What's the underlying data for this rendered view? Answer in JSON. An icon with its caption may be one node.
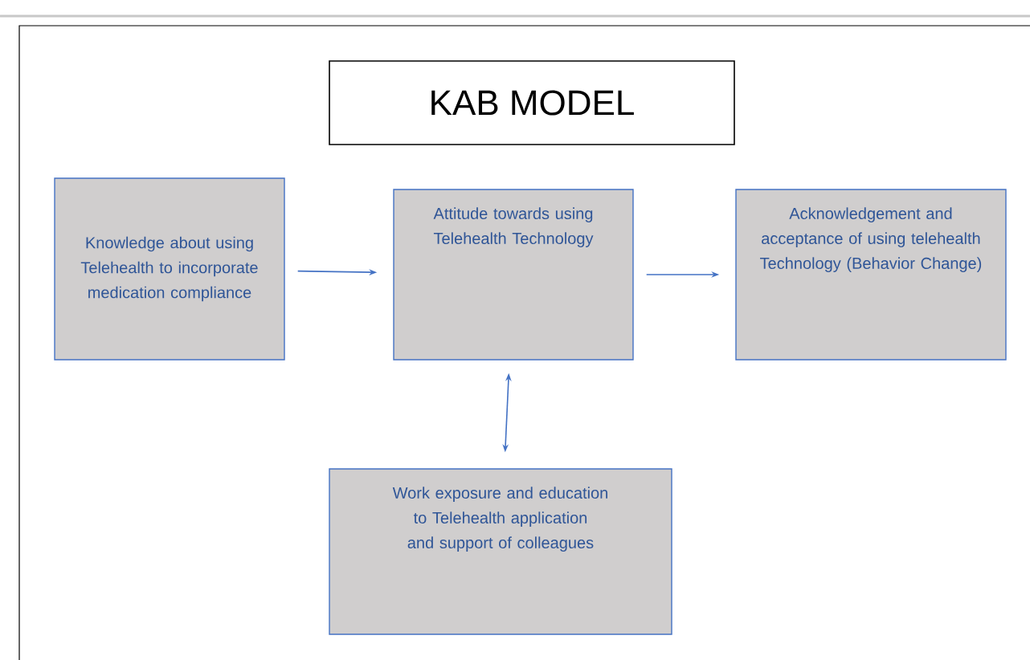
{
  "diagram": {
    "title": "KAB MODEL",
    "nodes": [
      {
        "text": [
          "Knowledge about using Telehealth to incorporate medication compliance"
        ]
      },
      {
        "text": [
          "Attitude towards using Telehealth Technology"
        ]
      },
      {
        "text": [
          "Acknowledgement and acceptance of using telehealth Technology (Behavior Change)"
        ]
      },
      {
        "text": [
          "Work exposure and education to Telehealth application and support of colleagues"
        ]
      }
    ],
    "edges": [
      {
        "from": 0,
        "to": 1,
        "arrow": "to"
      },
      {
        "from": 1,
        "to": 2,
        "arrow": "to"
      },
      {
        "from": 1,
        "to": 3,
        "arrow": "both"
      }
    ]
  }
}
